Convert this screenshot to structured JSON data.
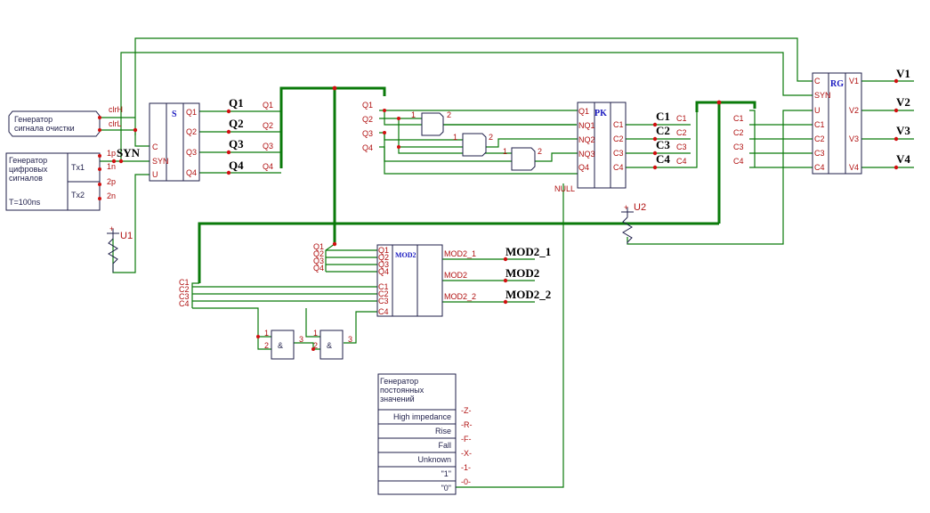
{
  "blocks": {
    "clear_gen": {
      "label": "Генератор\nсигнала очистки",
      "pins": [
        "clrH",
        "clrL"
      ]
    },
    "digital_gen": {
      "label": "Генератор\nцифровых\nсигналов",
      "timing": "T=100ns",
      "pins": [
        "Tx1",
        "Tx2"
      ],
      "outs": [
        "1p",
        "1n",
        "2p",
        "2n"
      ]
    },
    "s": {
      "title": "S",
      "inputs": [
        "C",
        "SYN",
        "U"
      ],
      "outputs": [
        "Q1",
        "Q2",
        "Q3",
        "Q4"
      ]
    },
    "pk": {
      "title": "PK",
      "inputs": [
        "Q1",
        "NQ1",
        "NQ2",
        "NQ3",
        "Q4"
      ],
      "outputs": [
        "C1",
        "C2",
        "C3",
        "C4"
      ],
      "null_pin": "NULL"
    },
    "rg": {
      "title": "RG",
      "inputs": [
        "C",
        "SYN",
        "U",
        "C1",
        "C2",
        "C3",
        "C4"
      ],
      "outputs": [
        "V1",
        "V2",
        "V3",
        "V4"
      ]
    },
    "mod": {
      "title": "MOD2",
      "inputs": [
        "Q1",
        "Q2",
        "Q3",
        "Q4",
        "C1",
        "C2",
        "C3",
        "C4"
      ],
      "outputs": [
        "MOD2_1",
        "MOD2",
        "MOD2_2"
      ]
    },
    "const_gen": {
      "label": "Генератор\nпостоянных\nзначений",
      "rows": [
        "High impedance",
        "Rise",
        "Fall",
        "Unknown",
        "\"1\"",
        "\"0\""
      ],
      "outs": [
        "-Z-",
        "-R-",
        "-F-",
        "-X-",
        "-1-",
        "-0-"
      ]
    }
  },
  "nets": {
    "syn": "SYN",
    "q": [
      "Q1",
      "Q2",
      "Q3",
      "Q4"
    ],
    "c": [
      "C1",
      "C2",
      "C3",
      "C4"
    ],
    "v": [
      "V1",
      "V2",
      "V3",
      "V4"
    ],
    "mod": [
      "MOD2_1",
      "MOD2",
      "MOD2_2"
    ]
  },
  "pin_labels": {
    "q": [
      "Q1",
      "Q2",
      "Q3",
      "Q4"
    ],
    "c": [
      "C1",
      "C2",
      "C3",
      "C4"
    ],
    "pin1": "1",
    "pin2": "2",
    "pin3": "3",
    "and_sym": "&"
  },
  "supplies": [
    "U1",
    "U2"
  ]
}
